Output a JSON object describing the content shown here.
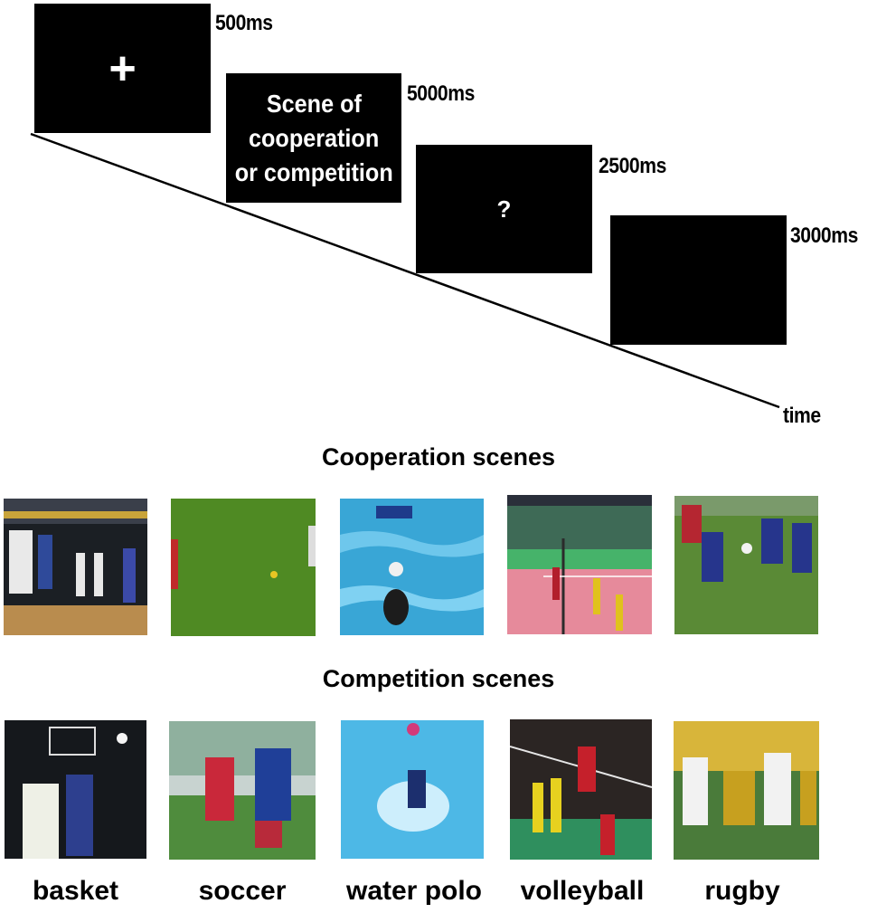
{
  "trial": {
    "screens": [
      {
        "id": "fixation",
        "content": "+",
        "duration": "500ms"
      },
      {
        "id": "scene",
        "content": "Scene of cooperation or competition",
        "content_lines": [
          "Scene of",
          "cooperation",
          "or competition"
        ],
        "duration": "5000ms"
      },
      {
        "id": "question",
        "content": "?",
        "duration": "2500ms"
      },
      {
        "id": "blank",
        "content": "",
        "duration": "3000ms"
      }
    ],
    "time_label": "time"
  },
  "cooperation": {
    "heading": "Cooperation scenes",
    "images": [
      "basket",
      "soccer",
      "water-polo",
      "volleyball",
      "rugby"
    ]
  },
  "competition": {
    "heading": "Competition scenes",
    "images": [
      "basket",
      "soccer",
      "water-polo",
      "volleyball",
      "rugby"
    ]
  },
  "sports": [
    "basket",
    "soccer",
    "water polo",
    "volleyball",
    "rugby"
  ]
}
